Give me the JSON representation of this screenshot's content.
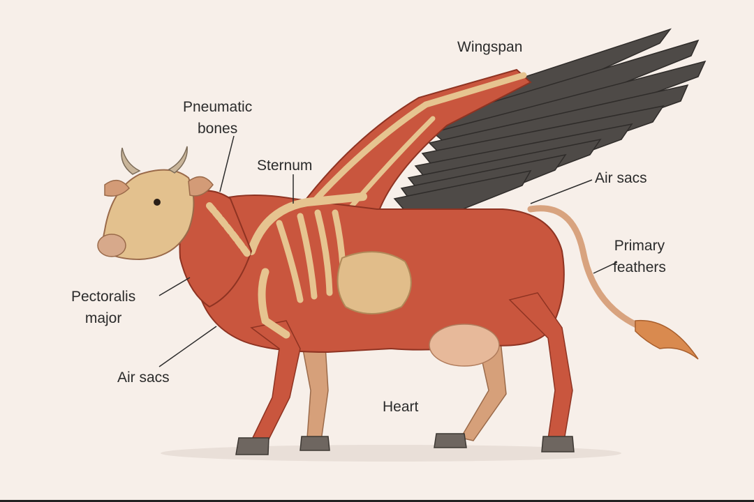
{
  "labels": {
    "wingspan": "Wingspan",
    "pneumatic_bones": [
      "Pneumatic",
      "bones"
    ],
    "sternum": "Sternum",
    "air_sacs_right": "Air sacs",
    "primary_feathers": [
      "Primary",
      "feathers"
    ],
    "pectoralis_major": [
      "Pectoralis",
      "major"
    ],
    "air_sacs_left": "Air sacs",
    "heart": "Heart"
  },
  "colors": {
    "background": "#f7efe9",
    "muscle": "#c9563e",
    "muscle_dark": "#9e3a28",
    "bone": "#e6c490",
    "skin": "#dcb088",
    "feather": "#4e4a47",
    "hoof": "#6e6660",
    "leader_line": "#2b2b2b"
  }
}
